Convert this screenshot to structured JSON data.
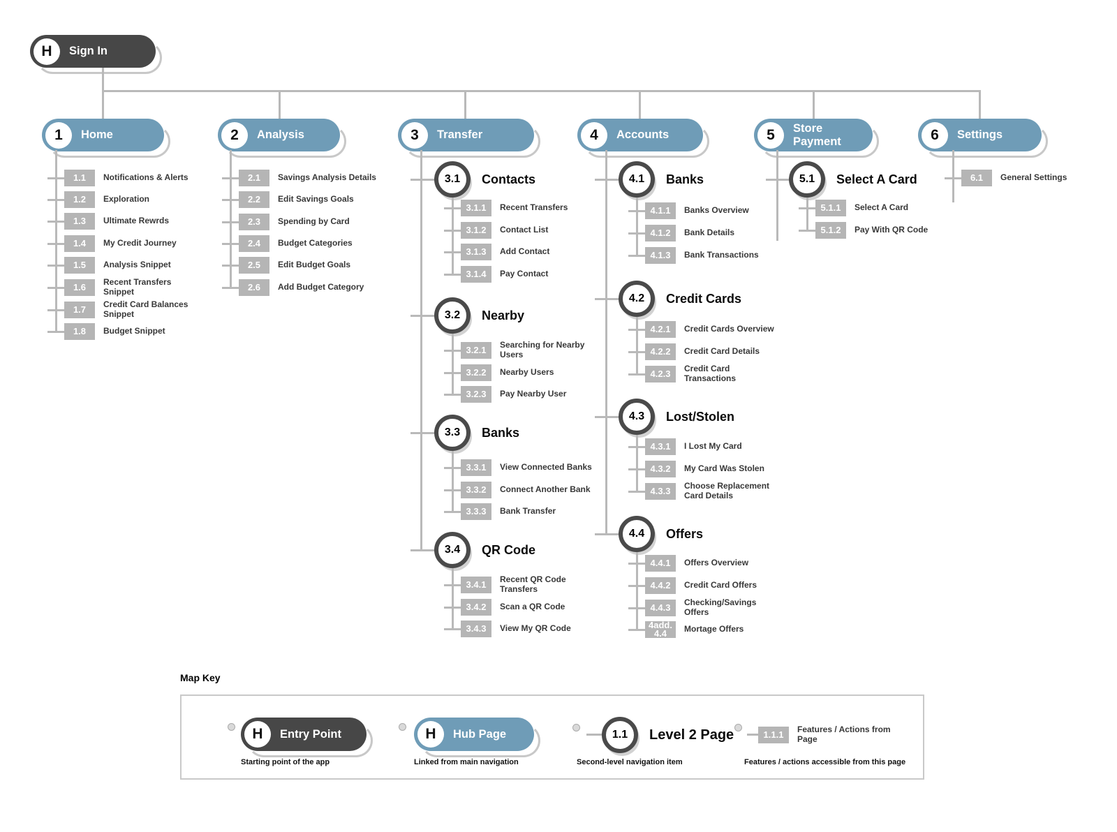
{
  "palette": {
    "hub_blue": "#6f9cb7",
    "entry_dark": "#474747",
    "badge_gray": "#b5b5b5",
    "line_gray": "#b9b9b9"
  },
  "entry": {
    "badge": "H",
    "label": "Sign In"
  },
  "sections": [
    {
      "num": "1",
      "label": "Home",
      "items": [
        {
          "id": "1.1",
          "label": "Notifications & Alerts"
        },
        {
          "id": "1.2",
          "label": "Exploration"
        },
        {
          "id": "1.3",
          "label": "Ultimate Rewrds"
        },
        {
          "id": "1.4",
          "label": "My Credit Journey"
        },
        {
          "id": "1.5",
          "label": "Analysis Snippet"
        },
        {
          "id": "1.6",
          "label": "Recent Transfers Snippet"
        },
        {
          "id": "1.7",
          "label": "Credit Card Balances Snippet"
        },
        {
          "id": "1.8",
          "label": "Budget Snippet"
        }
      ]
    },
    {
      "num": "2",
      "label": "Analysis",
      "items": [
        {
          "id": "2.1",
          "label": "Savings Analysis Details"
        },
        {
          "id": "2.2",
          "label": "Edit Savings Goals"
        },
        {
          "id": "2.3",
          "label": "Spending by Card"
        },
        {
          "id": "2.4",
          "label": "Budget Categories"
        },
        {
          "id": "2.5",
          "label": "Edit Budget Goals"
        },
        {
          "id": "2.6",
          "label": "Add Budget Category"
        }
      ]
    },
    {
      "num": "3",
      "label": "Transfer",
      "groups": [
        {
          "id": "3.1",
          "label": "Contacts",
          "items": [
            {
              "id": "3.1.1",
              "label": "Recent Transfers"
            },
            {
              "id": "3.1.2",
              "label": "Contact List"
            },
            {
              "id": "3.1.3",
              "label": "Add Contact"
            },
            {
              "id": "3.1.4",
              "label": "Pay Contact"
            }
          ]
        },
        {
          "id": "3.2",
          "label": "Nearby",
          "items": [
            {
              "id": "3.2.1",
              "label": "Searching for Nearby Users"
            },
            {
              "id": "3.2.2",
              "label": "Nearby Users"
            },
            {
              "id": "3.2.3",
              "label": "Pay Nearby User"
            }
          ]
        },
        {
          "id": "3.3",
          "label": "Banks",
          "items": [
            {
              "id": "3.3.1",
              "label": "View Connected Banks"
            },
            {
              "id": "3.3.2",
              "label": "Connect Another Bank"
            },
            {
              "id": "3.3.3",
              "label": "Bank Transfer"
            }
          ]
        },
        {
          "id": "3.4",
          "label": "QR Code",
          "items": [
            {
              "id": "3.4.1",
              "label": "Recent QR Code Transfers"
            },
            {
              "id": "3.4.2",
              "label": "Scan a QR Code"
            },
            {
              "id": "3.4.3",
              "label": "View My QR Code"
            }
          ]
        }
      ]
    },
    {
      "num": "4",
      "label": "Accounts",
      "groups": [
        {
          "id": "4.1",
          "label": "Banks",
          "items": [
            {
              "id": "4.1.1",
              "label": "Banks Overview"
            },
            {
              "id": "4.1.2",
              "label": "Bank Details"
            },
            {
              "id": "4.1.3",
              "label": "Bank Transactions"
            }
          ]
        },
        {
          "id": "4.2",
          "label": "Credit Cards",
          "items": [
            {
              "id": "4.2.1",
              "label": "Credit Cards Overview"
            },
            {
              "id": "4.2.2",
              "label": "Credit Card Details"
            },
            {
              "id": "4.2.3",
              "label": "Credit Card Transactions"
            }
          ]
        },
        {
          "id": "4.3",
          "label": "Lost/Stolen",
          "items": [
            {
              "id": "4.3.1",
              "label": "I Lost My Card"
            },
            {
              "id": "4.3.2",
              "label": "My Card Was Stolen"
            },
            {
              "id": "4.3.3",
              "label": "Choose Replacement Card Details"
            }
          ]
        },
        {
          "id": "4.4",
          "label": "Offers",
          "items": [
            {
              "id": "4.4.1",
              "label": "Offers Overview"
            },
            {
              "id": "4.4.2",
              "label": "Credit Card Offers"
            },
            {
              "id": "4.4.3",
              "label": "Checking/Savings Offers"
            },
            {
              "id": "4add. 4.4",
              "label": "Mortage Offers"
            }
          ]
        }
      ]
    },
    {
      "num": "5",
      "label": "Store Payment",
      "groups": [
        {
          "id": "5.1",
          "label": "Select A Card",
          "items": [
            {
              "id": "5.1.1",
              "label": "Select A Card"
            },
            {
              "id": "5.1.2",
              "label": "Pay With QR Code"
            }
          ]
        }
      ]
    },
    {
      "num": "6",
      "label": "Settings",
      "items": [
        {
          "id": "6.1",
          "label": "General Settings"
        }
      ]
    }
  ],
  "map_key": {
    "title": "Map Key",
    "entries": [
      {
        "badge": "H",
        "label": "Entry Point",
        "caption": "Starting point of the app"
      },
      {
        "badge": "H",
        "label": "Hub Page",
        "caption": "Linked from main navigation"
      },
      {
        "badge": "1.1",
        "label": "Level 2 Page",
        "caption": "Second-level navigation item"
      },
      {
        "badge": "1.1.1",
        "label": "Features / Actions from Page",
        "caption": "Features / actions accessible from this page"
      }
    ]
  }
}
